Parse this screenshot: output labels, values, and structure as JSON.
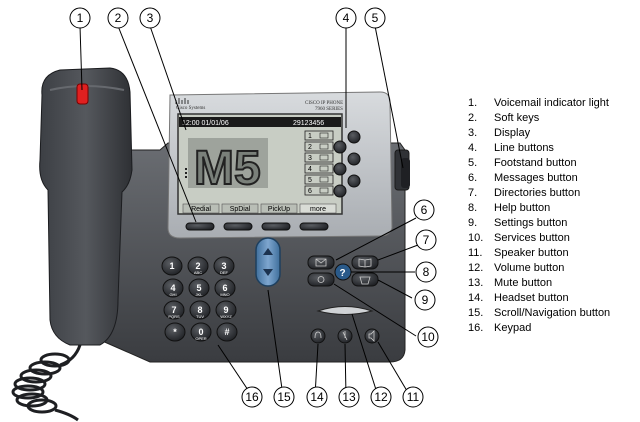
{
  "legend": [
    {
      "num": "1.",
      "label": "Voicemail indicator light"
    },
    {
      "num": "2.",
      "label": "Soft keys"
    },
    {
      "num": "3.",
      "label": "Display"
    },
    {
      "num": "4.",
      "label": "Line buttons"
    },
    {
      "num": "5.",
      "label": "Footstand button"
    },
    {
      "num": "6.",
      "label": "Messages button"
    },
    {
      "num": "7.",
      "label": "Directories button"
    },
    {
      "num": "8.",
      "label": "Help button"
    },
    {
      "num": "9.",
      "label": "Settings button"
    },
    {
      "num": "10.",
      "label": "Services button"
    },
    {
      "num": "11.",
      "label": "Speaker button"
    },
    {
      "num": "12.",
      "label": "Volume button"
    },
    {
      "num": "13.",
      "label": "Mute button"
    },
    {
      "num": "14.",
      "label": "Headset button"
    },
    {
      "num": "15.",
      "label": "Scroll/Navigation  button"
    },
    {
      "num": "16.",
      "label": "Keypad"
    }
  ],
  "callouts": [
    "1",
    "2",
    "3",
    "4",
    "5",
    "6",
    "7",
    "8",
    "9",
    "10",
    "11",
    "12",
    "13",
    "14",
    "15",
    "16"
  ],
  "phone": {
    "brand_logo": "Cisco Systems",
    "model_line1": "CISCO IP PHONE",
    "model_line2": "7960 SERIES",
    "screen": {
      "datetime": "12:00 01/01/06",
      "number": "29123456",
      "logo": "M5",
      "line_numbers": [
        "1",
        "2",
        "3",
        "4",
        "5",
        "6"
      ],
      "softkeys": [
        "Redial",
        "SpDial",
        "PickUp",
        "more"
      ]
    },
    "keypad": [
      {
        "digit": "1",
        "letters": ""
      },
      {
        "digit": "2",
        "letters": "ABC"
      },
      {
        "digit": "3",
        "letters": "DEF"
      },
      {
        "digit": "4",
        "letters": "GHI"
      },
      {
        "digit": "5",
        "letters": "JKL"
      },
      {
        "digit": "6",
        "letters": "MNO"
      },
      {
        "digit": "7",
        "letters": "PQRS"
      },
      {
        "digit": "8",
        "letters": "TUV"
      },
      {
        "digit": "9",
        "letters": "WXYZ"
      },
      {
        "digit": "*",
        "letters": ""
      },
      {
        "digit": "0",
        "letters": "OPER"
      },
      {
        "digit": "#",
        "letters": ""
      }
    ]
  },
  "colors": {
    "body": "#4a4d52",
    "bezel": "#c9ccd0",
    "lcd": "#c8cdc4",
    "voicemail_light": "#e02020",
    "key": "#2e3035",
    "nav": "#5c8ab8"
  }
}
